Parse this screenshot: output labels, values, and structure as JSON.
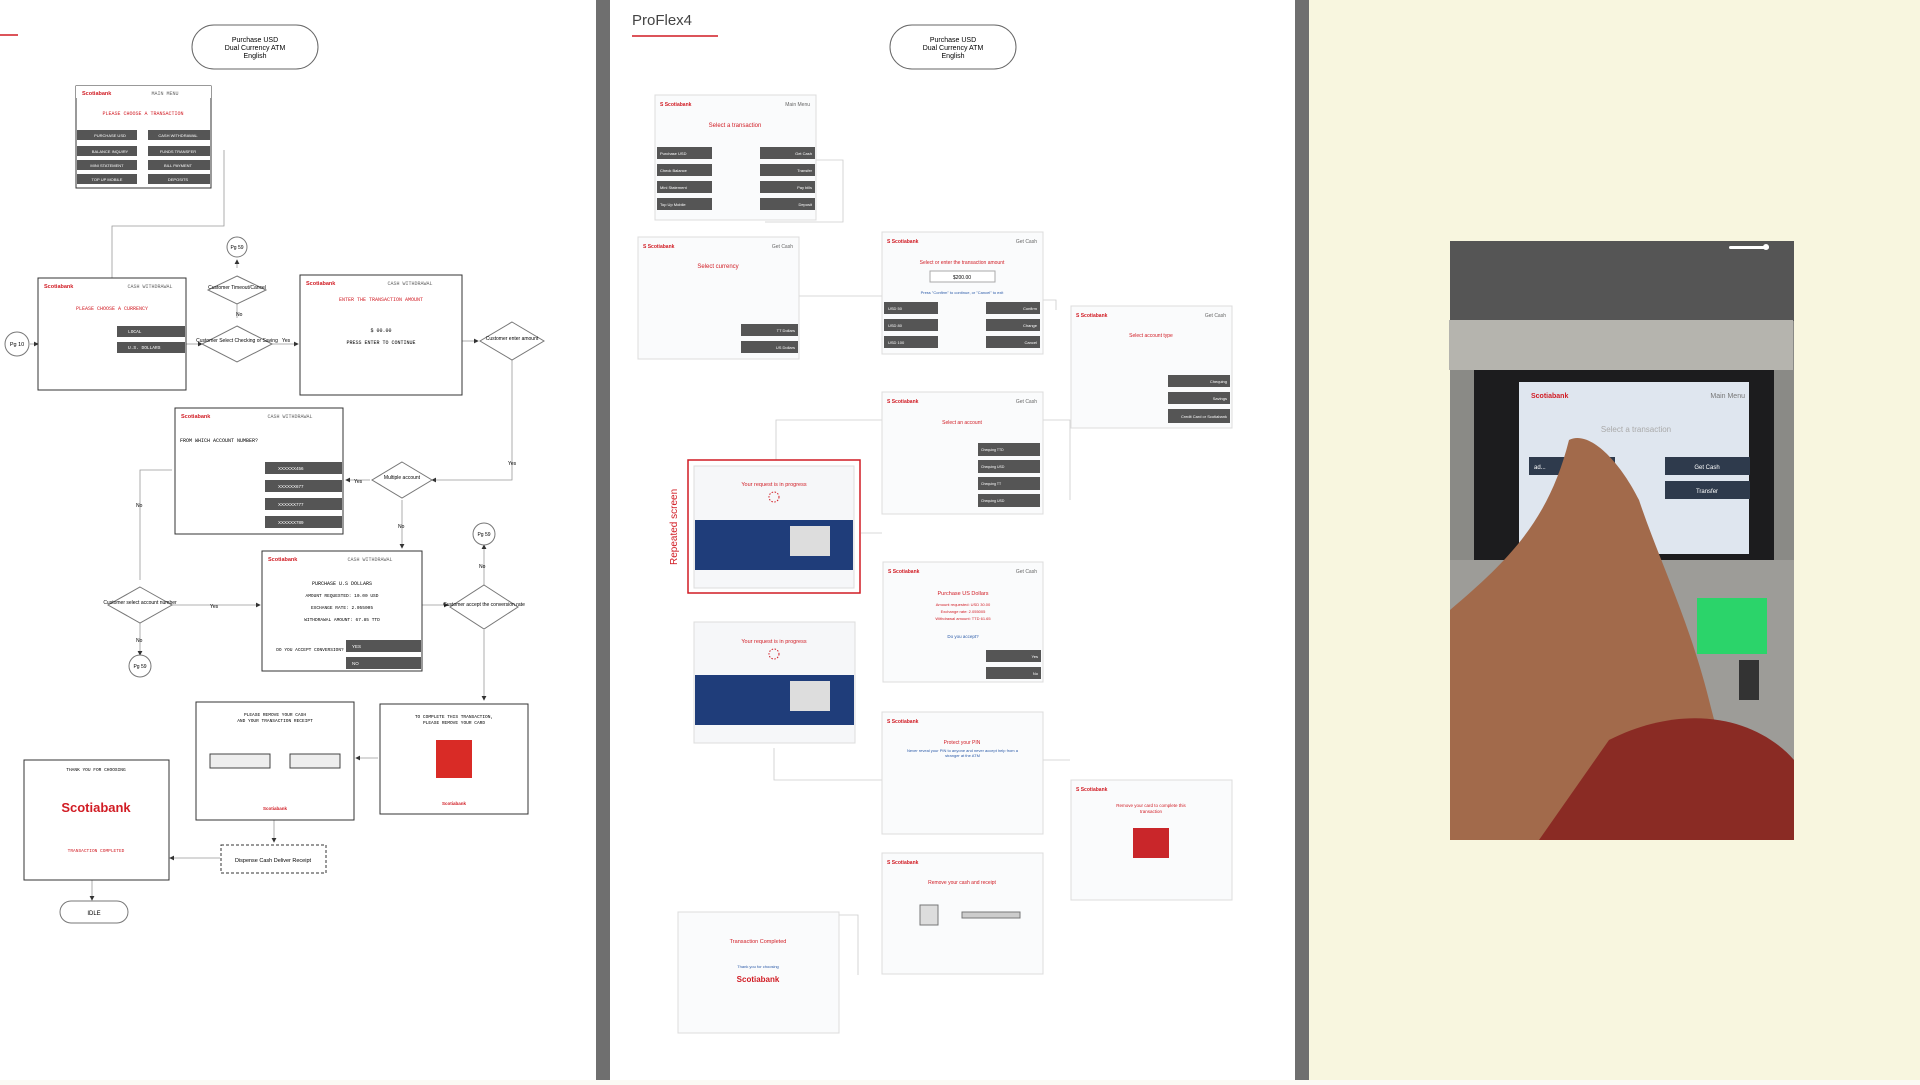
{
  "colors": {
    "red": "#d11c24",
    "dark": "#4a4a4a",
    "line": "#999999"
  },
  "left": {
    "header": [
      "Purchase USD",
      "Dual Currency ATM",
      "English"
    ],
    "main_menu": {
      "brand": "Scotiabank",
      "title": "MAIN MENU",
      "prompt": "PLEASE CHOOSE A TRANSACTION",
      "left_items": [
        "PURCHASE USD",
        "BALANCE INQUIRY",
        "MINI STATEMENT",
        "TOP UP MOBILE"
      ],
      "right_items": [
        "CASH WITHDRAWAL",
        "FUNDS TRANSFER",
        "BILL PAYMENT",
        "DEPOSITS"
      ]
    },
    "currency": {
      "brand": "Scotiabank",
      "title": "CASH WITHDRAWAL",
      "prompt": "PLEASE CHOOSE A CURRENCY",
      "items": [
        "LOCAL",
        "U.S. DOLLARS"
      ]
    },
    "enter_amount": {
      "brand": "Scotiabank",
      "title": "CASH WITHDRAWAL",
      "prompt": "ENTER THE TRANSACTION AMOUNT",
      "value": "$ 00.00",
      "hint": "PRESS ENTER TO CONTINUE"
    },
    "account": {
      "brand": "Scotiabank",
      "title": "CASH WITHDRAWAL",
      "prompt": "FROM WHICH ACCOUNT NUMBER?",
      "items": [
        "XXXXXX456",
        "XXXXXX677",
        "XXXXXX777",
        "XXXXXX789"
      ]
    },
    "purchase": {
      "brand": "Scotiabank",
      "title": "CASH WITHDRAWAL",
      "prompt": "PURCHASE U.S DOLLARS",
      "lines": [
        "AMOUNT REQUESTED: 10.00 USD",
        "EXCHANGE RATE: 2.055005",
        "WITHDRAWAL AMOUNT: 67.85 TTD"
      ],
      "question": "DO YOU ACCEPT CONVERSION?",
      "yes": "YES",
      "no": "NO"
    },
    "remove_cash": {
      "text1": "PLEASE REMOVE YOUR CASH",
      "text2": "AND YOUR TRANSACTION RECEIPT",
      "brand": "Scotiabank"
    },
    "remove_card": {
      "text1": "TO COMPLETE THIS TRANSACTION,",
      "text2": "PLEASE REMOVE YOUR CARD",
      "brand": "Scotiabank"
    },
    "thanks": {
      "text": "THANK YOU FOR CHOOSING",
      "brand": "Scotiabank",
      "done": "TRANSACTION COMPLETED"
    },
    "decisions": {
      "timeout": "Customer Timeout/Cancel",
      "select_acc": "Customer Select Checking or Saving",
      "enter_amt": "Customer enter amount",
      "multiple": "Multiple account",
      "select_num": "Customer select account number",
      "accept": "Customer accept the conversion rate"
    },
    "pages": {
      "pg59a": "Pg 59",
      "pg10": "Pg 10",
      "pg59b": "Pg 59",
      "pg59c": "Pg 59"
    },
    "labels": {
      "yes": "Yes",
      "no": "No"
    },
    "dispense": "Dispense Cash Deliver Receipt",
    "idle": "IDLE"
  },
  "right": {
    "product": "ProFlex4",
    "header": [
      "Purchase USD",
      "Dual Currency ATM",
      "English"
    ],
    "repeated": "Repeated screen",
    "s_main": {
      "title": "Main Menu",
      "prompt": "Select a transaction",
      "left": [
        "Purchase USD",
        "Check Balance",
        "Mini Statement",
        "Top Up Mobile"
      ],
      "right": [
        "Get Cash",
        "Transfer",
        "Pay bills",
        "Deposit"
      ]
    },
    "s_currency": {
      "title": "Get Cash",
      "prompt": "Select currency",
      "items": [
        "TT Dollars",
        "US Dollars"
      ]
    },
    "s_amount": {
      "title": "Get Cash",
      "prompt": "Select or enter the transaction amount",
      "value": "$200.00",
      "hint": "Press \"Confirm\" to continue, or \"Cancel\" to exit",
      "left": [
        "USD 50",
        "USD 80",
        "USD 100"
      ],
      "right": [
        "Confirm",
        "Change",
        "Cancel"
      ]
    },
    "s_acctype": {
      "title": "Get Cash",
      "prompt": "Select account type",
      "items": [
        "Chequing",
        "Savings",
        "Credit Card or Scotiabank"
      ]
    },
    "s_account": {
      "title": "Get Cash",
      "prompt": "Select an account",
      "items": [
        "Chequing TTD",
        "Chequing USD",
        "Chequing TT",
        "Chequing USD"
      ]
    },
    "s_progress": {
      "title": "Your request is in progress"
    },
    "s_purchase": {
      "title": "Get Cash",
      "prompt": "Purchase US Dollars",
      "lines": [
        "Amount requested: USD 30.00",
        "Exchange rate: 2.055005",
        "Withdrawal amount: TTD 61.65"
      ],
      "question": "Do you accept?",
      "yes": "Yes",
      "no": "No"
    },
    "s_pin": {
      "title": "Protect your PIN",
      "text": "Never reveal your PIN to anyone and never accept help from a stranger at the ATM"
    },
    "s_card": {
      "title": "Remove your card to complete this transaction"
    },
    "s_cash": {
      "title": "Remove your cash and receipt"
    },
    "s_done": {
      "title": "Transaction Completed",
      "thanks": "Thank you for choosing",
      "brand": "Scotiabank"
    }
  },
  "photo": {
    "brand": "Scotiabank",
    "menu": "Main Menu",
    "prompt": "Select a transaction",
    "btn1": "Get Cash",
    "btn2": "Transfer",
    "left_btn": "ad..."
  }
}
